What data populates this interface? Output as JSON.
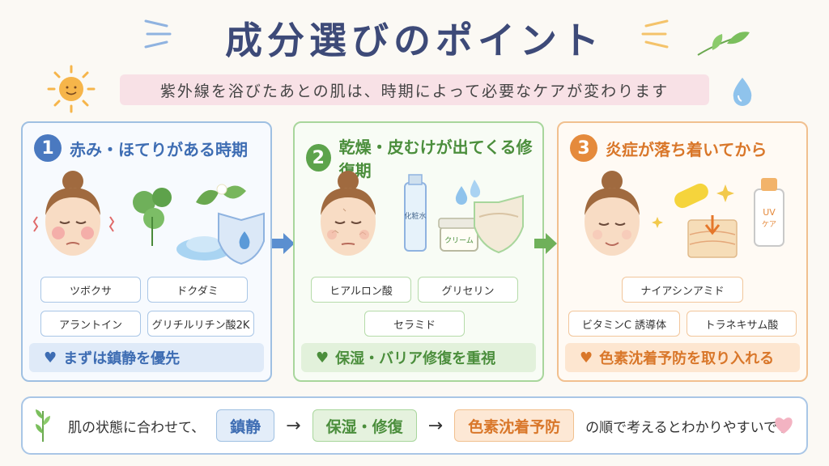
{
  "title": "成分選びのポイント",
  "subtitle": "紫外線を浴びたあとの肌は、時期によって必要なケアが変わります",
  "panels": [
    {
      "number": "1",
      "title": "赤み・ほてりがある時期",
      "tags": [
        "ツボクサ",
        "ドクダミ",
        "アラントイン",
        "グリチルリチン酸2K"
      ],
      "footer": "まずは鎮静を優先",
      "color": "#4a79c0"
    },
    {
      "number": "2",
      "title": "乾燥・皮むけが出てくる修復期",
      "tags": [
        "ヒアルロン酸",
        "グリセリン",
        "セラミド"
      ],
      "footer": "保湿・バリア修復を重視",
      "bottle_labels": [
        "化粧水",
        "クリーム"
      ],
      "color": "#5da34c"
    },
    {
      "number": "3",
      "title": "炎症が落ち着いてから",
      "tags": [
        "ナイアシンアミド",
        "ビタミンC 誘導体",
        "トラネキサム酸"
      ],
      "footer": "色素沈着予防を取り入れる",
      "bottle_labels": [
        "UV\nケア"
      ],
      "color": "#e58a3c"
    }
  ],
  "bottom": {
    "lead": "肌の状態に合わせて、",
    "steps": [
      "鎮静",
      "保湿・修復",
      "色素沈着予防"
    ],
    "tail": "の順で考えるとわかりやすいです"
  },
  "icons": [
    "sun-icon",
    "leaf-icon",
    "water-drop-icon",
    "heart-icon",
    "arrow-right-icon"
  ]
}
